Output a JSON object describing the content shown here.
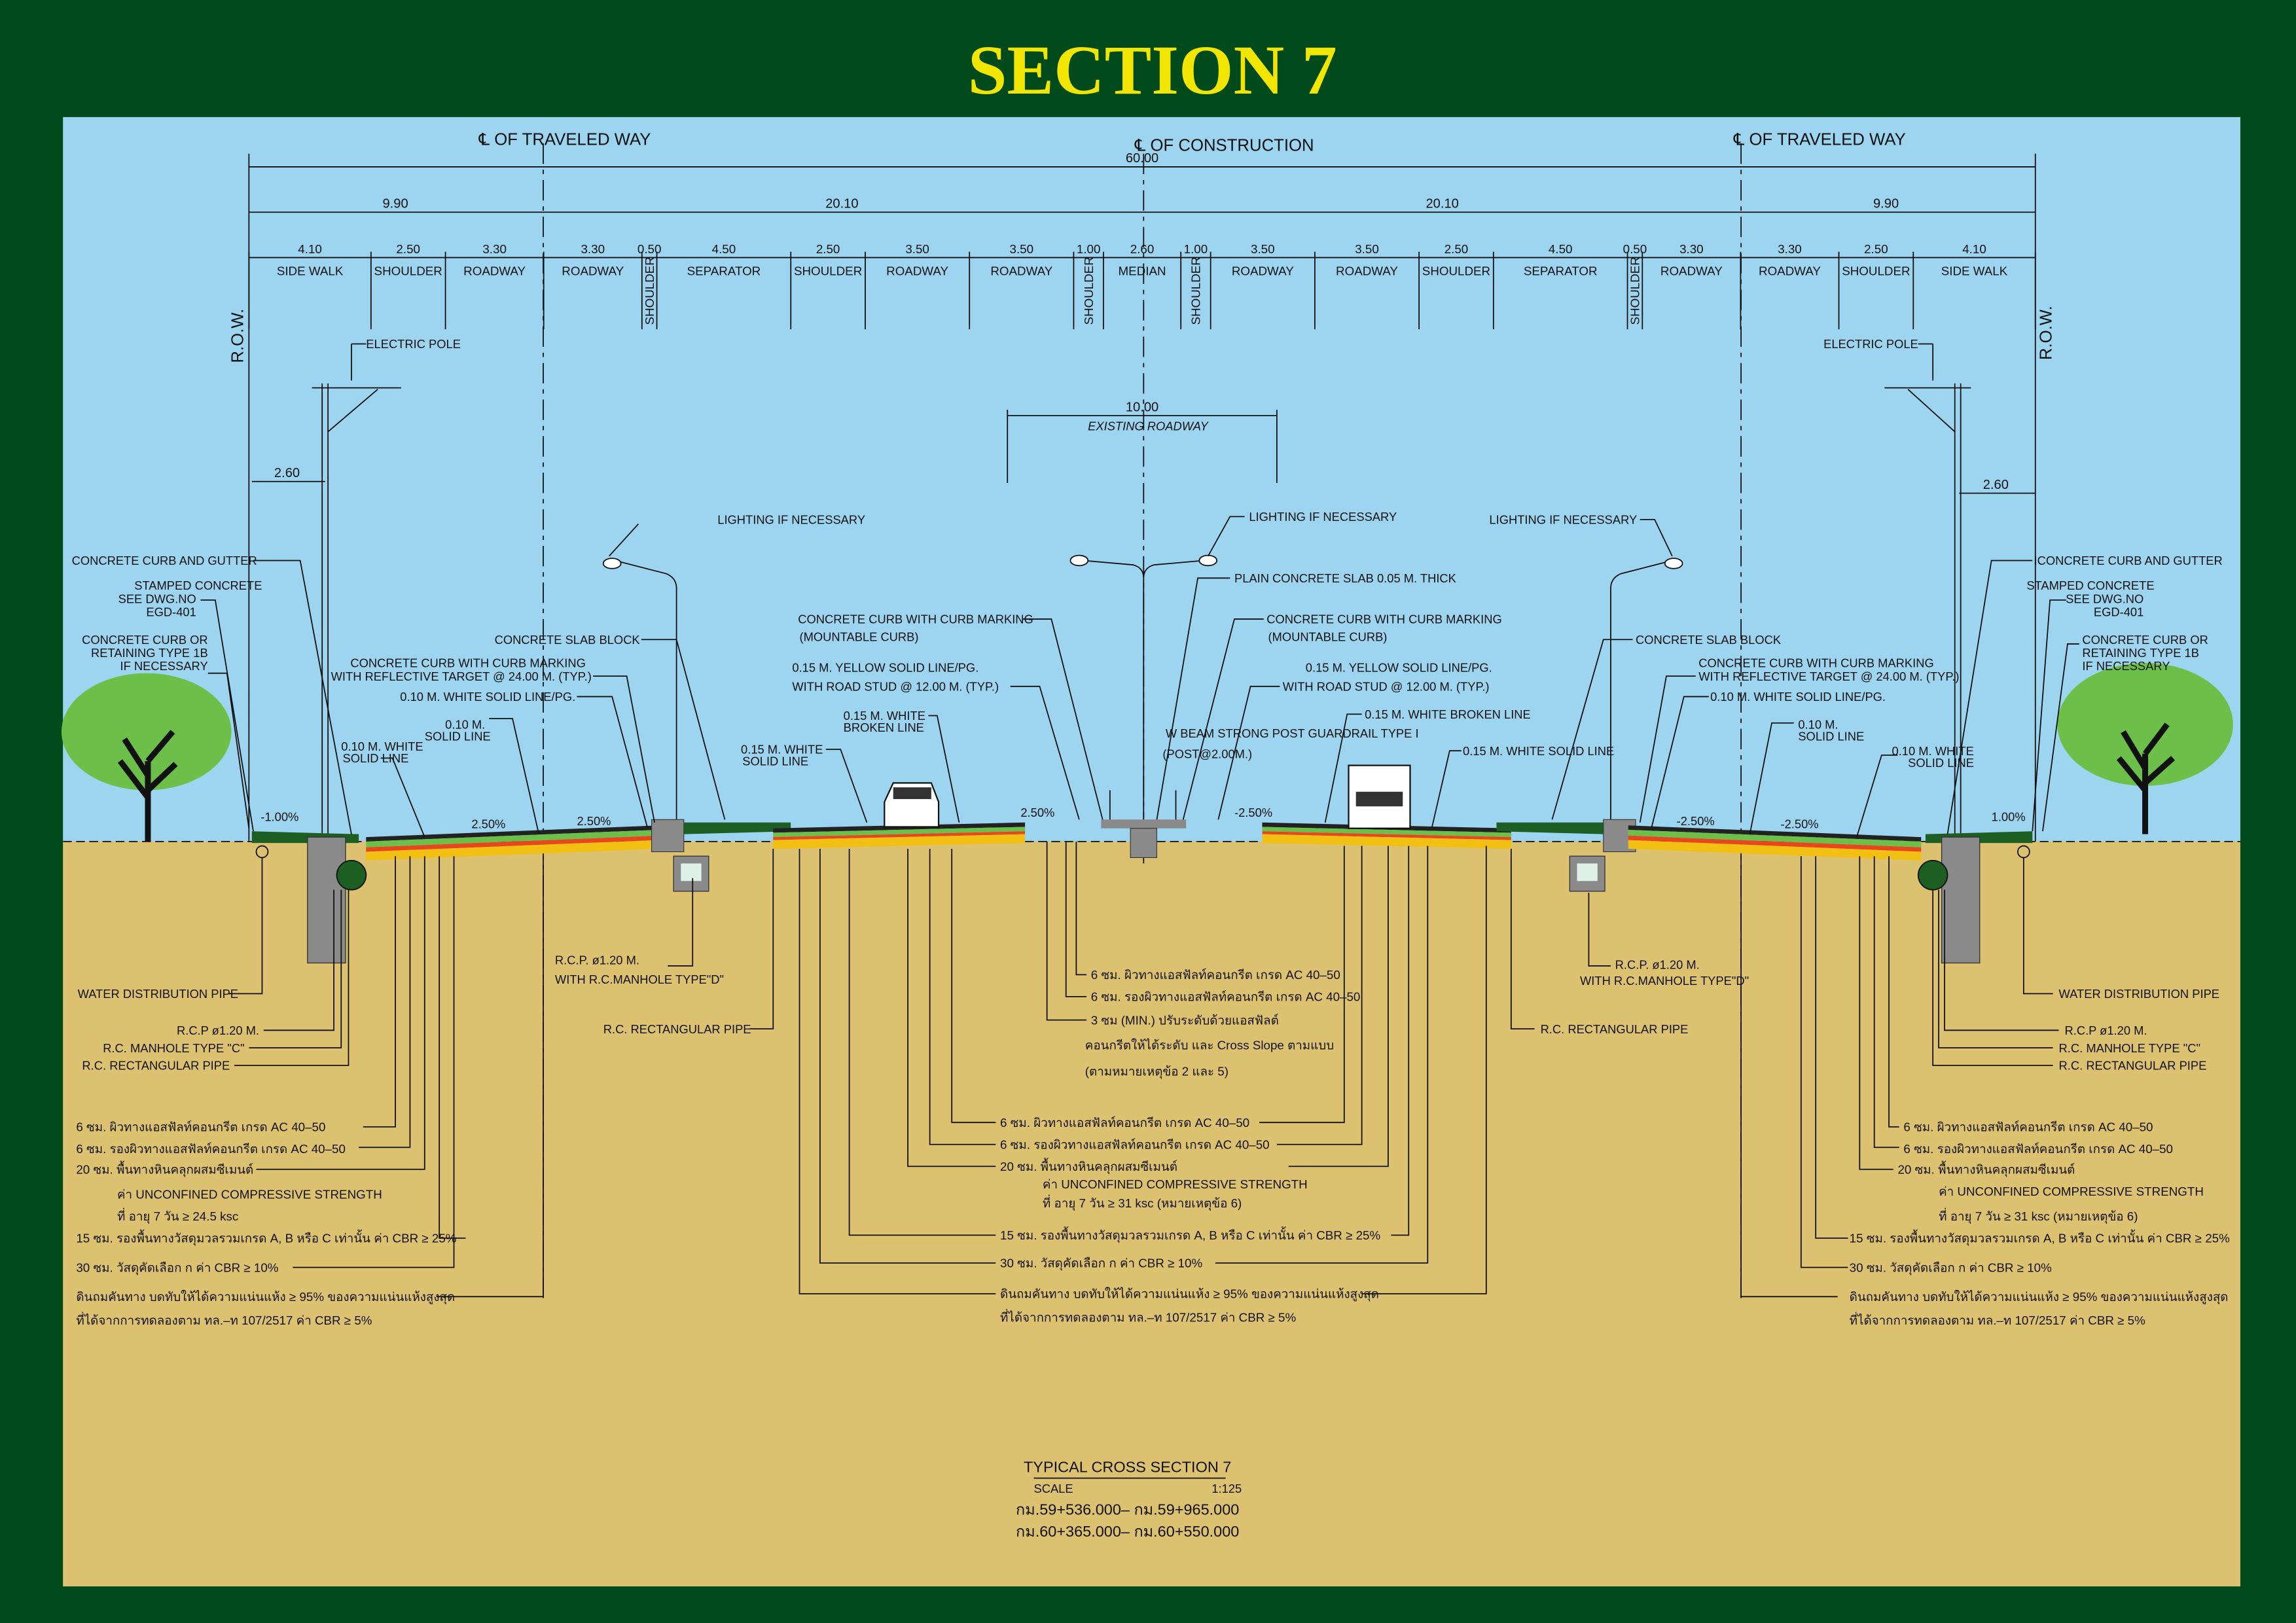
{
  "title": "SECTION 7",
  "colors": {
    "frame": "#004a1c",
    "title": "#f2e600",
    "sky": "#9dd4ef",
    "ground": "#dcc170",
    "grass": "#6cc04a",
    "surface": "#3d9a3a",
    "red_layer": "#e8461e",
    "yellow_layer": "#f2c012",
    "concrete": "#8a8a8a"
  },
  "headers": {
    "cl_traveled_left": "℄ OF TRAVELED WAY",
    "cl_construction": "℄ OF CONSTRUCTION",
    "cl_traveled_right": "℄ OF TRAVELED WAY",
    "row_left": "R.O.W.",
    "row_right": "R.O.W."
  },
  "dimensions": {
    "total": "60.00",
    "left_outer": "9.90",
    "left_inner": "20.10",
    "right_inner": "20.10",
    "right_outer": "9.90",
    "pole_offset_left": "2.60",
    "pole_offset_right": "2.60",
    "existing_width": "10.00",
    "existing_label": "EXISTING ROADWAY"
  },
  "segments": [
    {
      "width": "4.10",
      "name": "SIDE WALK"
    },
    {
      "width": "2.50",
      "name": "SHOULDER"
    },
    {
      "width": "3.30",
      "name": "ROADWAY"
    },
    {
      "width": "3.30",
      "name": "ROADWAY"
    },
    {
      "width": "0.50",
      "name": "SHOULDER",
      "vertical": true
    },
    {
      "width": "4.50",
      "name": "SEPARATOR"
    },
    {
      "width": "2.50",
      "name": "SHOULDER"
    },
    {
      "width": "3.50",
      "name": "ROADWAY"
    },
    {
      "width": "3.50",
      "name": "ROADWAY"
    },
    {
      "width": "1.00",
      "name": "SHOULDER",
      "vertical": true
    },
    {
      "width": "2.60",
      "name": "MEDIAN"
    },
    {
      "width": "1.00",
      "name": "SHOULDER",
      "vertical": true
    },
    {
      "width": "3.50",
      "name": "ROADWAY"
    },
    {
      "width": "3.50",
      "name": "ROADWAY"
    },
    {
      "width": "2.50",
      "name": "SHOULDER"
    },
    {
      "width": "4.50",
      "name": "SEPARATOR"
    },
    {
      "width": "0.50",
      "name": "SHOULDER",
      "vertical": true
    },
    {
      "width": "3.30",
      "name": "ROADWAY"
    },
    {
      "width": "3.30",
      "name": "ROADWAY"
    },
    {
      "width": "2.50",
      "name": "SHOULDER"
    },
    {
      "width": "4.10",
      "name": "SIDE WALK"
    }
  ],
  "slopes": {
    "left_sidewalk": "-1.00%",
    "left_outer_1": "2.50%",
    "left_outer_2": "2.50%",
    "center_left": "2.50%",
    "center_right": "-2.50%",
    "right_outer_1": "-2.50%",
    "right_outer_2": "-2.50%",
    "right_sidewalk": "1.00%"
  },
  "above": {
    "electric_pole_left": "ELECTRIC POLE",
    "electric_pole_right": "ELECTRIC POLE",
    "lighting_left": "LIGHTING IF NECESSARY",
    "lighting_center": "LIGHTING IF NECESSARY",
    "lighting_right": "LIGHTING IF NECESSARY",
    "plain_slab": "PLAIN CONCRETE SLAB 0.05 M. THICK",
    "curb_gutter_left": "CONCRETE CURB  AND GUTTER",
    "curb_gutter_right": "ICONCRETE CURB  AND GUTTER",
    "stamped_left": [
      "STAMPED CONCRETE",
      "SEE DWG.NO",
      "EGD-401"
    ],
    "stamped_right": [
      "STAMPED CONCRETE",
      "SEE DWG.NO",
      "EGD-401"
    ],
    "retaining_left": [
      "CONCRETE CURB OR",
      "RETAINING TYPE 1B",
      "IF NECESSARY"
    ],
    "retaining_right": [
      "CONCRETE CURB OR",
      "RETAINING TYPE 1B",
      "IF NECESSARY"
    ],
    "slab_block_left": "CONCRETE SLAB BLOCK",
    "slab_block_right": "CONCRETE SLAB BLOCK",
    "curb_reflective_left": [
      "CONCRETE CURB WITH CURB MARKING",
      "WITH REFLECTIVE TARGET @ 24.00 M. (TYP.)"
    ],
    "curb_reflective_right": [
      "CONCRETE CURB WITH CURB MARKING",
      "WITH REFLECTIVE TARGET @ 24.00 M. (TYP.)"
    ],
    "white_solid_pg_left": "0.10 M. WHITE SOLID LINE/PG.",
    "white_solid_pg_right": "0.10 M. WHITE SOLID LINE/PG.",
    "solid_010_left": [
      "0.10 M.",
      "SOLID LINE"
    ],
    "solid_010_right": [
      "0.10 M.",
      "SOLID LINE"
    ],
    "white_010_left": [
      "0.10 M. WHITE",
      "SOLID LINE"
    ],
    "white_010_right": [
      "0.10 M. WHITE",
      "SOLID LINE"
    ],
    "white_solid_015_left": [
      "0.15 M. WHITE",
      "SOLID LINE"
    ],
    "white_broken_015_left": [
      "0.15 M. WHITE",
      "BROKEN LINE"
    ],
    "yellow_left": [
      "0.15 M. YELLOW SOLID LINE/PG.",
      "WITH ROAD STUD @ 12.00 M. (TYP.)"
    ],
    "yellow_right": [
      "0.15 M. YELLOW SOLID LINE/PG.",
      "WITH ROAD STUD @ 12.00 M. (TYP.)"
    ],
    "mountable_left": [
      "CONCRETE CURB WITH CURB MARKING",
      "(MOUNTABLE CURB)"
    ],
    "mountable_right": [
      "CONCRETE CURB WITH CURB MARKING",
      "(MOUNTABLE CURB)"
    ],
    "white_broken_right": "0.15 M. WHITE BROKEN LINE",
    "guardrail": [
      "W BEAM STRONG POST GUARDRAIL TYPE I",
      "(POST@2.00M.)"
    ],
    "white_solid_right": "0.15 M. WHITE SOLID LINE"
  },
  "below": {
    "rcp_manhole_d_left": [
      "R.C.P. ø1.20 M.",
      "WITH R.C.MANHOLE TYPE\"D\""
    ],
    "rcp_manhole_d_right": [
      "R.C.P. ø1.20 M.",
      "WITH R.C.MANHOLE TYPE\"D\""
    ],
    "rect_pipe_center_left": "R.C. RECTANGULAR PIPE",
    "rect_pipe_center_right": "R.C. RECTANGULAR PIPE",
    "water_pipe_left": "WATER DISTRIBUTION PIPE",
    "water_pipe_right": "WATER DISTRIBUTION PIPE",
    "utilities_left": [
      "R.C.P ø1.20 M.",
      "R.C. MANHOLE TYPE \"C\"",
      "R.C. RECTANGULAR PIPE"
    ],
    "utilities_right": [
      "R.C.P ø1.20 M.",
      "R.C. MANHOLE TYPE \"C\"",
      "R.C. RECTANGULAR PIPE"
    ],
    "overlay_center": [
      "6 ซม. ผิวทางแอสฟัลท์คอนกรีต เกรด AC 40–50",
      "6 ซม. รองผิวทางแอสฟัลท์คอนกรีต เกรด AC 40–50",
      "3 ซม (MIN.) ปรับระดับด้วยแอสฟัลต์",
      "คอนกรีตให้ได้ระดับ และ Cross Slope ตามแบบ",
      "(ตามหมายเหตุข้อ 2 และ 5)"
    ],
    "layers_left": [
      "6 ซม. ผิวทางแอสฟัลท์คอนกรีต เกรด AC 40–50",
      "6 ซม. รองผิวทางแอสฟัลท์คอนกรีต เกรด AC 40–50",
      "20 ซม. พื้นทางหินคลุกผสมซีเมนต์",
      "ค่า UNCONFINED COMPRESSIVE STRENGTH",
      "ที่ อายุ 7 วัน ≥ 24.5 ksc",
      "15 ซม. รองพื้นทางวัสดุมวลรวมเกรด A, B หรือ C เท่านั้น ค่า CBR ≥ 25%",
      "30 ซม. วัสดุคัดเลือก ก ค่า CBR ≥ 10%",
      "ดินถมคันทาง บดทับให้ได้ความแน่นแห้ง ≥ 95% ของความแน่นแห้งสูงสุด",
      "ที่ได้จากการทดลองตาม ทล.–ท 107/2517 ค่า CBR ≥ 5%"
    ],
    "layers_center": [
      "6 ซม. ผิวทางแอสฟัลท์คอนกรีต เกรด AC 40–50",
      "6 ซม. รองผิวทางแอสฟัลท์คอนกรีต เกรด AC 40–50",
      "20 ซม. พื้นทางหินคลุกผสมซีเมนต์",
      "ค่า UNCONFINED COMPRESSIVE STRENGTH",
      "ที่ อายุ 7 วัน ≥ 31 ksc (หมายเหตุข้อ 6)",
      "15 ซม. รองพื้นทางวัสดุมวลรวมเกรด A, B หรือ C เท่านั้น ค่า CBR ≥ 25%",
      "30 ซม. วัสดุคัดเลือก ก ค่า CBR ≥ 10%",
      "ดินถมคันทาง บดทับให้ได้ความแน่นแห้ง ≥ 95% ของความแน่นแห้งสูงสุด",
      "ที่ได้จากการทดลองตาม ทล.–ท 107/2517 ค่า CBR ≥ 5%"
    ],
    "layers_right": [
      "6 ซม. ผิวทางแอสฟัลท์คอนกรีต เกรด AC 40–50",
      "6 ซม. รองผิวทางแอสฟัลท์คอนกรีต เกรด AC 40–50",
      "20 ซม. พื้นทางหินคลุกผสมซีเมนต์",
      "ค่า UNCONFINED COMPRESSIVE STRENGTH",
      "ที่ อายุ 7 วัน ≥ 31 ksc (หมายเหตุข้อ 6)",
      "15 ซม. รองพื้นทางวัสดุมวลรวมเกรด A, B หรือ C เท่านั้น ค่า CBR ≥ 25%",
      "30 ซม. วัสดุคัดเลือก ก ค่า CBR ≥ 10%",
      "ดินถมคันทาง บดทับให้ได้ความแน่นแห้ง ≥ 95% ของความแน่นแห้งสูงสุด",
      "ที่ได้จากการทดลองตาม ทล.–ท 107/2517 ค่า CBR ≥ 5%"
    ]
  },
  "footer": {
    "caption": "TYPICAL CROSS SECTION 7",
    "scale_label": "SCALE",
    "scale_value": "1:125",
    "station_1": "กม.59+536.000–  กม.59+965.000",
    "station_2": "กม.60+365.000–  กม.60+550.000"
  }
}
